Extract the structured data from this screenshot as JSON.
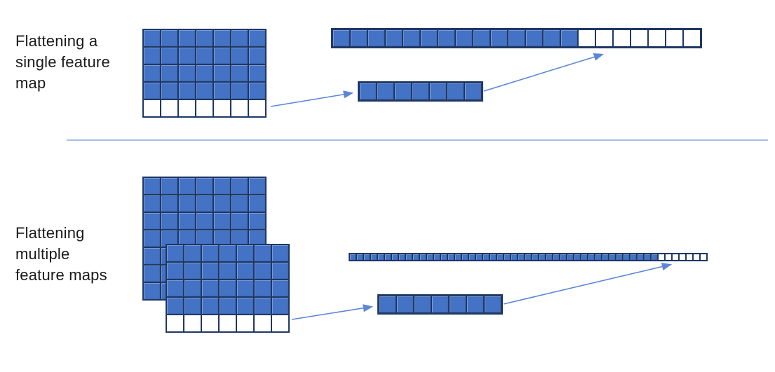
{
  "colors": {
    "background": "#ffffff",
    "cell_fill": "#4472c4",
    "cell_border": "#1f3864",
    "arrow": "#5b87d5",
    "divider": "#a6bde6",
    "text": "#1a1a1a"
  },
  "sections": {
    "single": {
      "label": "Flattening a\nsingle feature\nmap",
      "feature_map": {
        "cols": 7,
        "rows": 5,
        "white_rows": [
          4
        ]
      },
      "row_vector": {
        "cells": 7,
        "blue_cells": 7
      },
      "output_vector": {
        "cells": 21,
        "blue_cells": 14
      }
    },
    "multiple": {
      "label": "Flattening\nmultiple\nfeature maps",
      "back_feature_map": {
        "cols": 7,
        "rows": 7,
        "white_rows": []
      },
      "front_feature_map": {
        "cols": 7,
        "rows": 5,
        "white_rows": [
          4
        ]
      },
      "row_vector": {
        "cells": 7,
        "blue_cells": 7
      },
      "output_vector": {
        "cells": 51,
        "blue_cells": 44
      }
    }
  },
  "arrows": [
    {
      "name": "single-row-to-vector-arrow"
    },
    {
      "name": "single-vector-to-output-arrow"
    },
    {
      "name": "multiple-row-to-vector-arrow"
    },
    {
      "name": "multiple-vector-to-output-arrow"
    }
  ]
}
